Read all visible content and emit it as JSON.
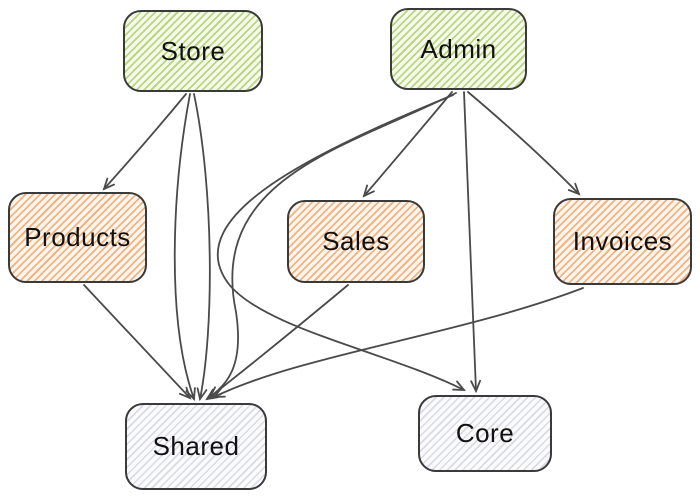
{
  "diagram": {
    "nodes": [
      {
        "id": "store",
        "label": "Store",
        "group": "green"
      },
      {
        "id": "admin",
        "label": "Admin",
        "group": "green"
      },
      {
        "id": "products",
        "label": "Products",
        "group": "orange"
      },
      {
        "id": "sales",
        "label": "Sales",
        "group": "orange"
      },
      {
        "id": "invoices",
        "label": "Invoices",
        "group": "orange"
      },
      {
        "id": "shared",
        "label": "Shared",
        "group": "gray"
      },
      {
        "id": "core",
        "label": "Core",
        "group": "gray"
      }
    ],
    "edges": [
      {
        "from": "Store",
        "to": "Products"
      },
      {
        "from": "Store",
        "to": "Shared"
      },
      {
        "from": "Admin",
        "to": "Sales"
      },
      {
        "from": "Admin",
        "to": "Invoices"
      },
      {
        "from": "Admin",
        "to": "Shared"
      },
      {
        "from": "Admin",
        "to": "Core"
      },
      {
        "from": "Products",
        "to": "Shared"
      },
      {
        "from": "Sales",
        "to": "Shared"
      },
      {
        "from": "Invoices",
        "to": "Shared"
      }
    ],
    "colors": {
      "green_stripe": "#b9d687",
      "orange_stripe": "#f0b585",
      "gray_stripe": "#d9dae6",
      "node_border": "#3a3a3a",
      "edge": "#4a4a4a",
      "text": "#111111",
      "background": "#ffffff"
    }
  }
}
